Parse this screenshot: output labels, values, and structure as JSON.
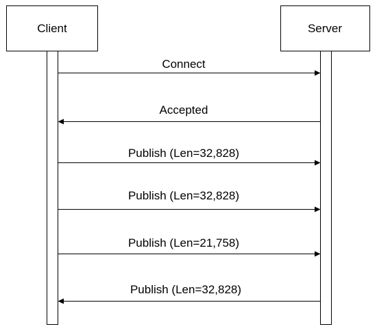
{
  "participants": {
    "client": {
      "name": "Client"
    },
    "server": {
      "name": "Server"
    }
  },
  "messages": [
    {
      "from": "client",
      "to": "server",
      "label": "Connect"
    },
    {
      "from": "server",
      "to": "client",
      "label": "Accepted"
    },
    {
      "from": "client",
      "to": "server",
      "label": "Publish (Len=32,828)"
    },
    {
      "from": "client",
      "to": "server",
      "label": "Publish (Len=32,828)"
    },
    {
      "from": "client",
      "to": "server",
      "label": "Publish (Len=21,758)"
    },
    {
      "from": "server",
      "to": "client",
      "label": "Publish (Len=32,828)"
    }
  ],
  "colors": {
    "stroke": "#000000",
    "background": "#ffffff"
  }
}
